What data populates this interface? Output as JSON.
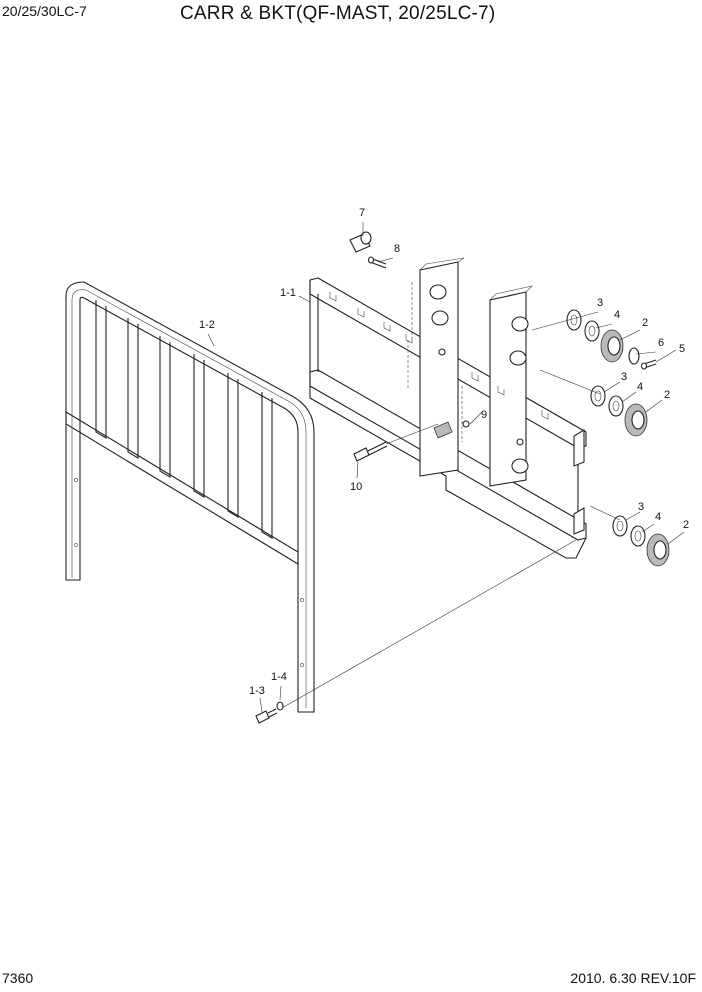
{
  "header": {
    "model": "20/25/30LC-7",
    "title": "CARR & BKT(QF-MAST, 20/25LC-7)"
  },
  "footer": {
    "page_number": "7360",
    "revision": "2010. 6.30  REV.10F"
  },
  "callouts": {
    "c7": "7",
    "c8": "8",
    "c1_1": "1-1",
    "c1_2": "1-2",
    "c3a": "3",
    "c4a": "4",
    "c2a": "2",
    "c6": "6",
    "c5": "5",
    "c3b": "3",
    "c4b": "4",
    "c2b": "2",
    "c9": "9",
    "c10": "10",
    "c3c": "3",
    "c4c": "4",
    "c2c": "2",
    "c1_4": "1-4",
    "c1_3": "1-3"
  }
}
